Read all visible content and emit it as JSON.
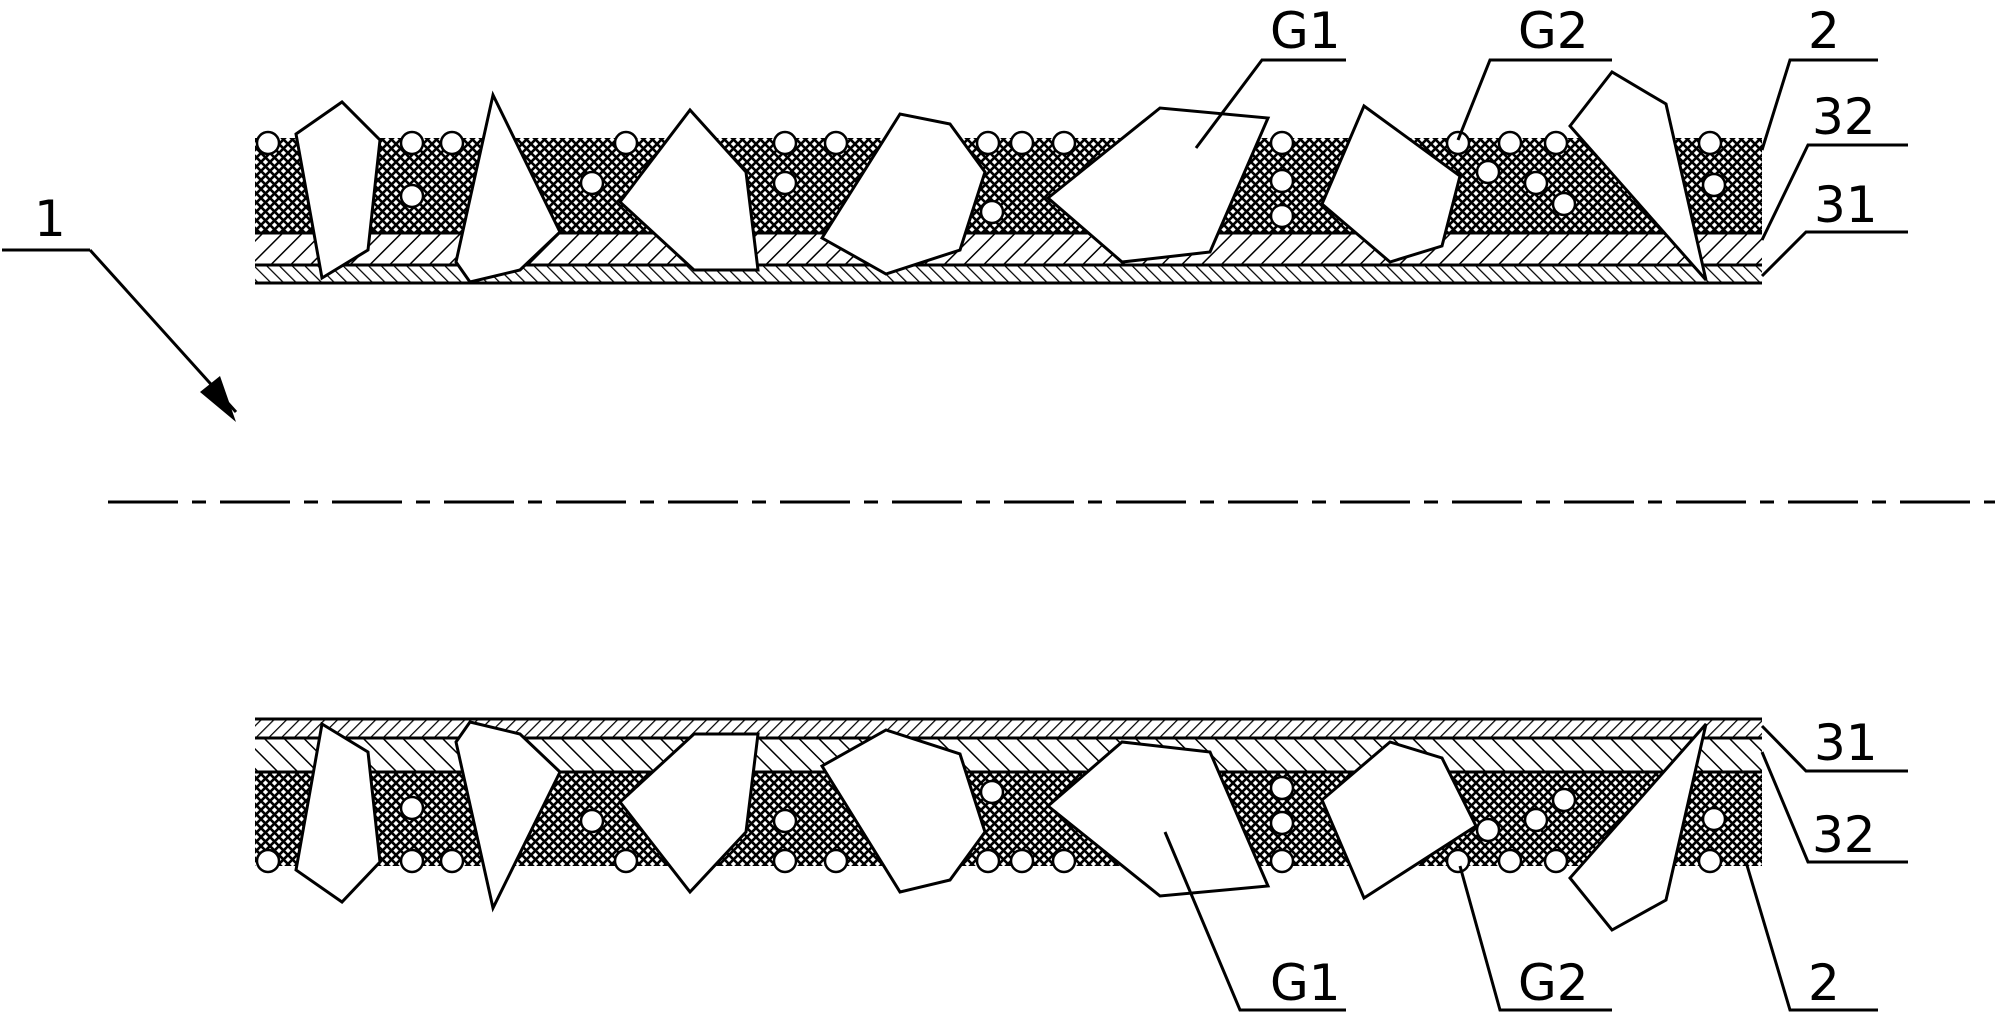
{
  "figure": {
    "reference_arrow_label": "1",
    "upper_labels": [
      "G1",
      "G2",
      "2",
      "32",
      "31"
    ],
    "lower_labels": [
      "31",
      "32",
      "G1",
      "G2",
      "2"
    ]
  },
  "colors": {
    "ink": "#000000",
    "background": "#ffffff"
  }
}
